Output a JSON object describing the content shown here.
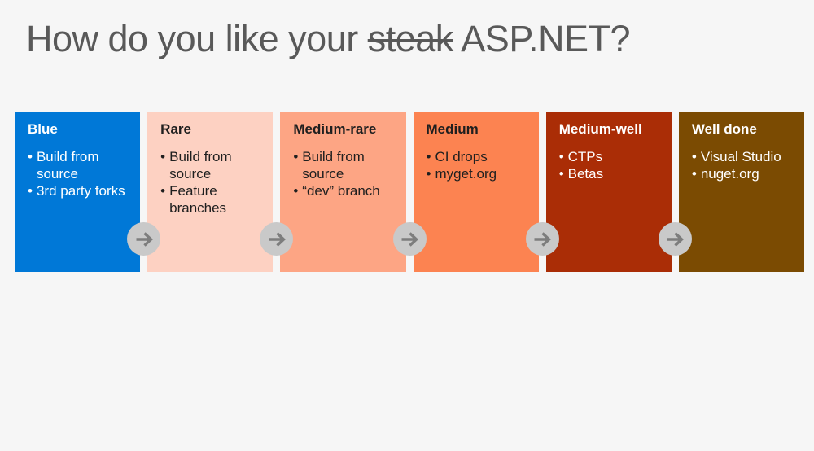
{
  "slide": {
    "background": "#f6f6f6",
    "title": {
      "prefix": "How do you like your ",
      "struck": "steak",
      "suffix": " ASP.NET?",
      "color": "#595959"
    }
  },
  "steps": [
    {
      "label": "Blue",
      "bg": "#0078d7",
      "text_color": "#ffffff",
      "bullets": [
        "Build from source",
        "3rd party forks"
      ],
      "arrow_after": true
    },
    {
      "label": "Rare",
      "bg": "#fdd1c2",
      "text_color": "#1f1f1f",
      "bullets": [
        "Build from source",
        "Feature branches"
      ],
      "arrow_after": true
    },
    {
      "label": "Medium-rare",
      "bg": "#fda584",
      "text_color": "#1f1f1f",
      "bullets": [
        "Build from source",
        "“dev” branch"
      ],
      "arrow_after": true
    },
    {
      "label": "Medium",
      "bg": "#fc8351",
      "text_color": "#1f1f1f",
      "bullets": [
        "CI drops",
        "myget.org"
      ],
      "arrow_after": true
    },
    {
      "label": "Medium-well",
      "bg": "#aa2d06",
      "text_color": "#ffffff",
      "bullets": [
        "CTPs",
        "Betas"
      ],
      "arrow_after": true
    },
    {
      "label": "Well done",
      "bg": "#7b4b02",
      "text_color": "#ffffff",
      "bullets": [
        "Visual Studio",
        "nuget.org"
      ],
      "arrow_after": false
    }
  ],
  "arrow": {
    "icon": "arrow-right",
    "circle_color": "#c9c9c9",
    "arrow_color": "#7d7d7d"
  }
}
